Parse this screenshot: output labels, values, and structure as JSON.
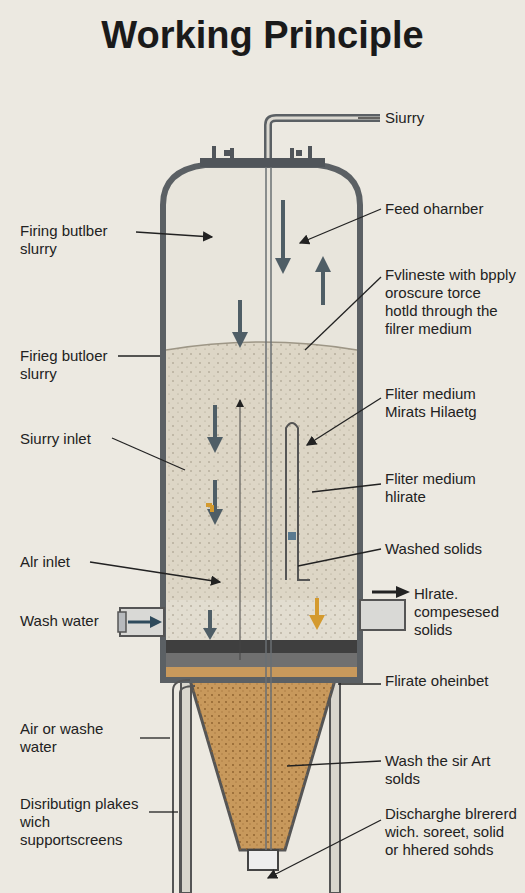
{
  "diagram": {
    "title": "Working Principle",
    "labels": [
      "Firing butlber slurry",
      "Firieg butloer slurry",
      "Siurry inlet",
      "Alr inlet",
      "Wash water",
      "Air or washe water",
      "Disributign plakes wich supportscreens",
      "Siurry",
      "Feed oharnber",
      "Fvlineste with bpply oroscure torce hotld through the filrer medium",
      "Fliter medium Mirats Hilaetg",
      "Fliter medium hlirate",
      "Washed solids",
      "Hlrate. compesesed solids",
      "Flirate oheinbet",
      "Wash the sir Art solds",
      "Discharghe blrererd wich. soreet, solid or hhered sohds"
    ]
  }
}
